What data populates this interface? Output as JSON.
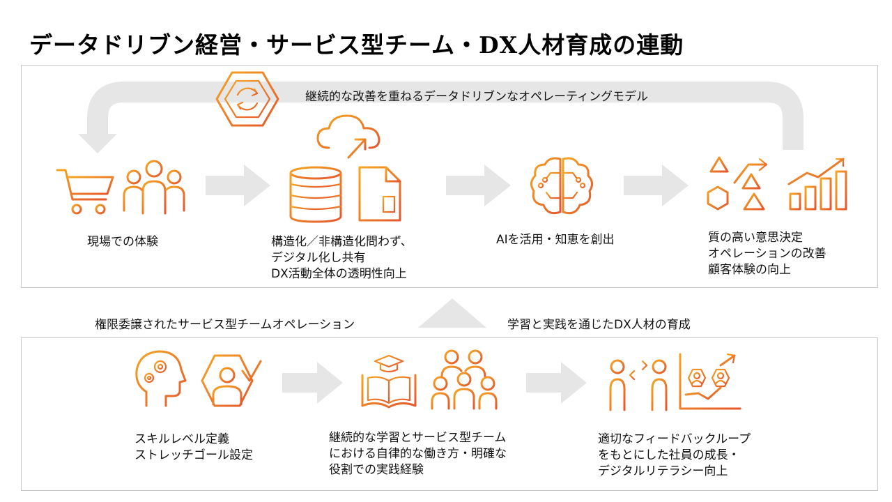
{
  "title": "データドリブン経営・サービス型チーム・DX人材育成の連動",
  "colors": {
    "accent_orange": "#f08a1c",
    "accent_red": "#e4572e",
    "arrow_gray": "#e6e6e6",
    "box_border": "#c9c9c9"
  },
  "top": {
    "loop_label": "継続的な改善を重ねるデータドリブンなオペレーティングモデル",
    "steps": [
      {
        "lines": [
          "現場での体験"
        ],
        "icons": [
          "shopping-cart-icon",
          "people-group-icon"
        ]
      },
      {
        "lines": [
          "構造化／非構造化問わず、",
          "デジタル化し共有",
          "DX活動全体の透明性向上"
        ],
        "icons": [
          "cloud-upload-icon",
          "database-icon",
          "document-icon"
        ]
      },
      {
        "lines": [
          "AIを活用・知恵を創出"
        ],
        "icons": [
          "ai-brain-icon"
        ]
      },
      {
        "lines": [
          "質の高い意思決定",
          "オペレーションの改善",
          "顧客体験の向上"
        ],
        "icons": [
          "shapes-transform-icon",
          "growth-chart-icon"
        ]
      }
    ]
  },
  "middle": {
    "left_label": "権限委譲されたサービス型チームオペレーション",
    "right_label": "学習と実践を通じたDX人材の育成"
  },
  "bottom": {
    "steps": [
      {
        "lines": [
          "スキルレベル定義",
          "ストレッチゴール設定"
        ],
        "icons": [
          "head-gears-icon",
          "person-check-icon"
        ]
      },
      {
        "lines": [
          "継続的な学習とサービス型チーム",
          "における自律的な働き方・明確な",
          "役割での実践経験"
        ],
        "icons": [
          "book-graduation-icon",
          "team-icon"
        ]
      },
      {
        "lines": [
          "適切なフィードバックループ",
          "をもとにした社員の成長・",
          "デジタルリテラシー向上"
        ],
        "icons": [
          "feedback-exchange-icon",
          "talent-growth-chart-icon"
        ]
      }
    ]
  }
}
